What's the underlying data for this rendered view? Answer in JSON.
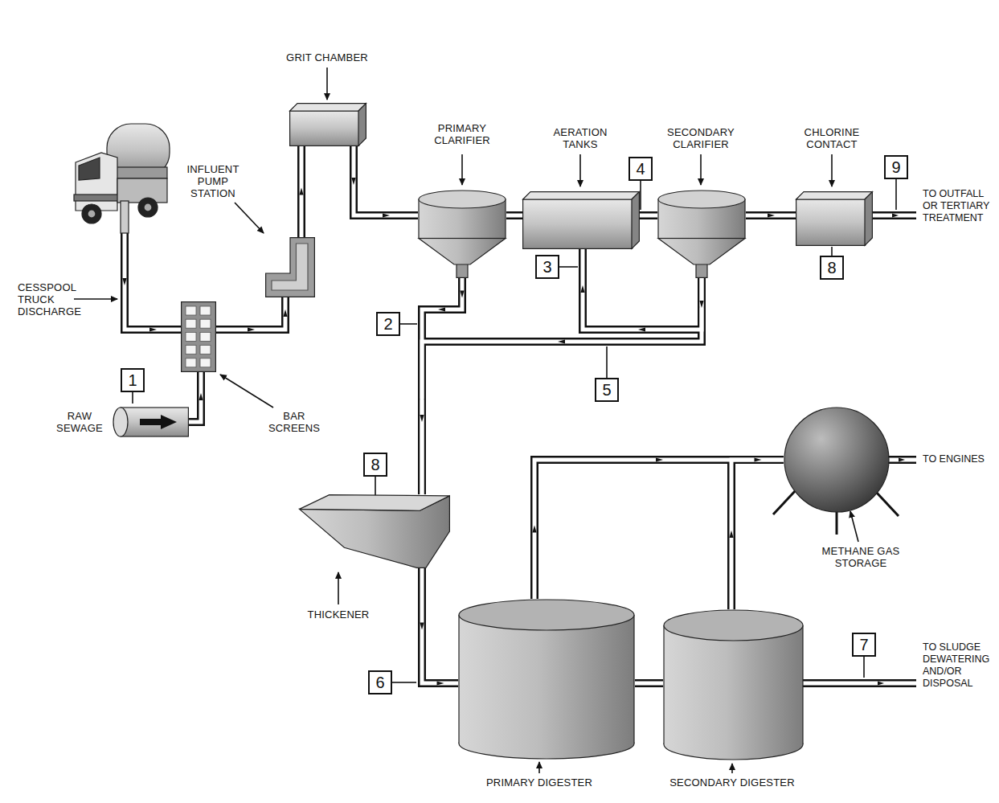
{
  "diagram": {
    "nodes": [
      {
        "text": [
          "RAW SEWAGE"
        ]
      },
      {
        "text": [
          "CESSPOOL TRUCK DISCHARGE"
        ]
      },
      {
        "text": [
          "BAR SCREENS"
        ]
      },
      {
        "text": [
          "INFLUENT PUMP STATION"
        ]
      },
      {
        "text": [
          "GRIT CHAMBER"
        ]
      },
      {
        "text": [
          "PRIMARY CLARIFIER"
        ]
      },
      {
        "text": [
          "AERATION TANKS"
        ]
      },
      {
        "text": [
          "SECONDARY CLARIFIER"
        ]
      },
      {
        "text": [
          "CHLORINE CONTACT"
        ]
      },
      {
        "text": [
          "THICKENER"
        ]
      },
      {
        "text": [
          "PRIMARY DIGESTER"
        ]
      },
      {
        "text": [
          "SECONDARY DIGESTER"
        ]
      },
      {
        "text": [
          "METHANE GAS STORAGE"
        ]
      }
    ],
    "edges": [
      {
        "from": 0,
        "to": 2,
        "arrow": "to"
      },
      {
        "from": 1,
        "to": 2,
        "arrow": "to"
      },
      {
        "from": 2,
        "to": 3,
        "arrow": "to"
      },
      {
        "from": 3,
        "to": 4,
        "arrow": "to"
      },
      {
        "from": 4,
        "to": 5,
        "arrow": "to"
      },
      {
        "from": 5,
        "to": 6,
        "arrow": "to"
      },
      {
        "from": 6,
        "to": 7,
        "arrow": "to"
      },
      {
        "from": 7,
        "to": 8,
        "arrow": "to"
      },
      {
        "from": 5,
        "to": 9,
        "arrow": "to"
      },
      {
        "from": 7,
        "to": 9,
        "arrow": "to"
      },
      {
        "from": 7,
        "to": 6,
        "arrow": "to"
      },
      {
        "from": 9,
        "to": 10,
        "arrow": "to"
      },
      {
        "from": 10,
        "to": 11,
        "arrow": "to"
      },
      {
        "from": 10,
        "to": 12,
        "arrow": "to"
      },
      {
        "from": 11,
        "to": 12,
        "arrow": "to"
      }
    ],
    "labels": [
      "1",
      "2",
      "3",
      "4",
      "5",
      "6",
      "7",
      "8",
      "8",
      "9",
      "TO OUTFALL OR TERTIARY TREATMENT",
      "TO ENGINES",
      "TO SLUDGE DEWATERING AND/OR DISPOSAL"
    ]
  }
}
